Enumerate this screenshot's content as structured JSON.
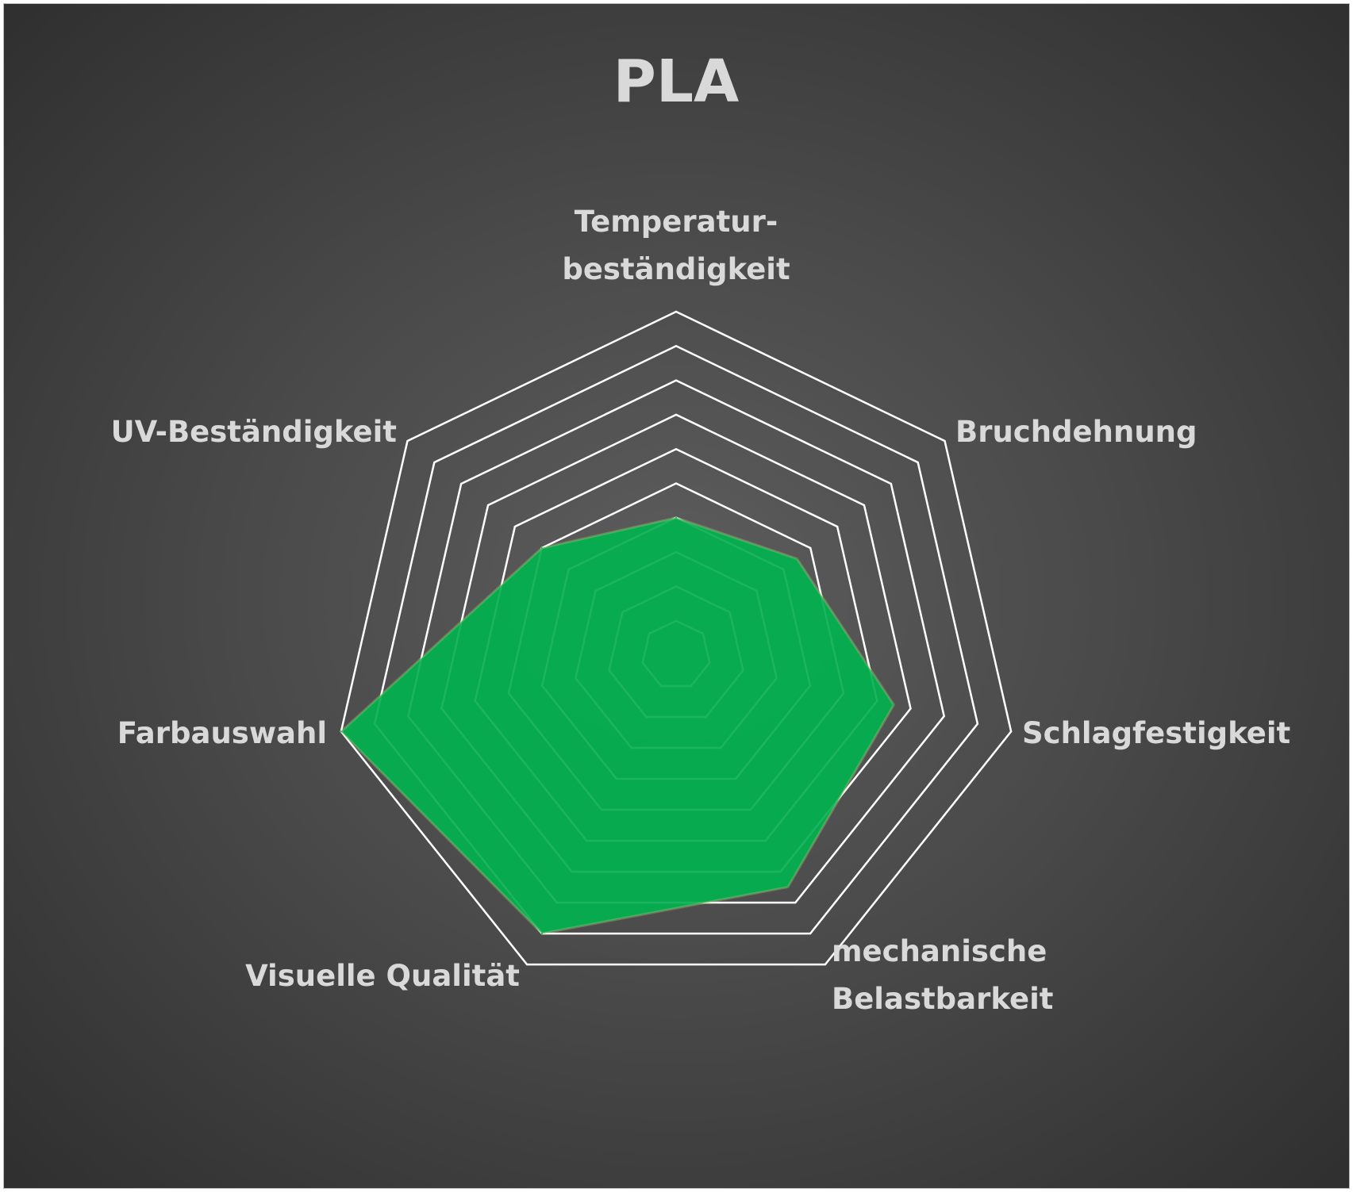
{
  "chart_data": {
    "type": "radar",
    "title": "PLA",
    "categories": [
      "Temperatur-\nbeständigkeit",
      "Bruchdehnung",
      "Schlagfestigkeit",
      "mechanische\nBelastbarkeit",
      "Visuelle Qualität",
      "Farbauswahl",
      "UV-Beständigkeit"
    ],
    "series": [
      {
        "name": "PLA",
        "values": [
          4,
          4.5,
          6.5,
          7.5,
          9,
          10,
          5
        ]
      }
    ],
    "rlim": [
      0,
      10
    ],
    "ring_step": 1,
    "grid": true,
    "legend": "none",
    "colors": {
      "fill": "#06ad50",
      "grid": "#ffffff",
      "label": "#d9d9d9",
      "background": "#4a4a4a"
    }
  }
}
